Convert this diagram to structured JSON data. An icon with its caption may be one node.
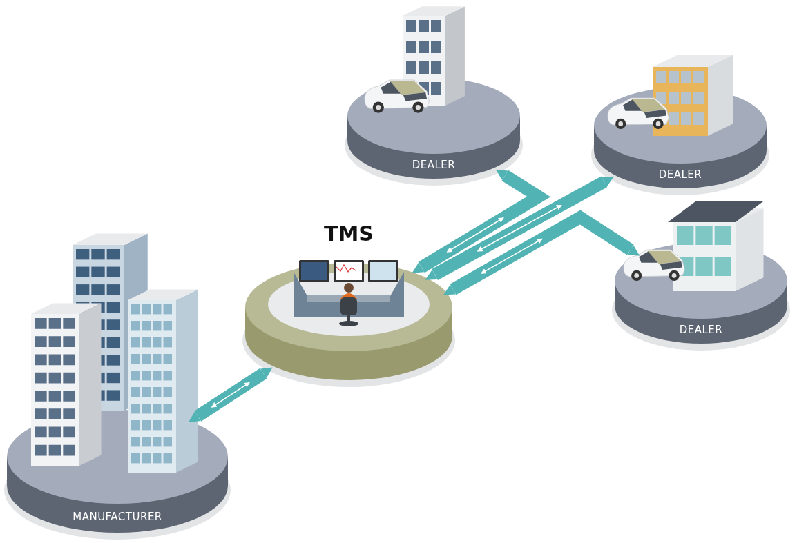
{
  "diagram": {
    "nodes": [
      {
        "text": [
          "TMS"
        ]
      },
      {
        "text": [
          "DEALER"
        ]
      },
      {
        "text": [
          "DEALER"
        ]
      },
      {
        "text": [
          "DEALER"
        ]
      },
      {
        "text": [
          "MANUFACTURER"
        ]
      }
    ],
    "edges": [
      {
        "from": 0,
        "to": 1,
        "arrow": "both"
      },
      {
        "from": 0,
        "to": 2,
        "arrow": "both"
      },
      {
        "from": 0,
        "to": 3,
        "arrow": "both"
      },
      {
        "from": 0,
        "to": 4,
        "arrow": "both"
      }
    ]
  }
}
